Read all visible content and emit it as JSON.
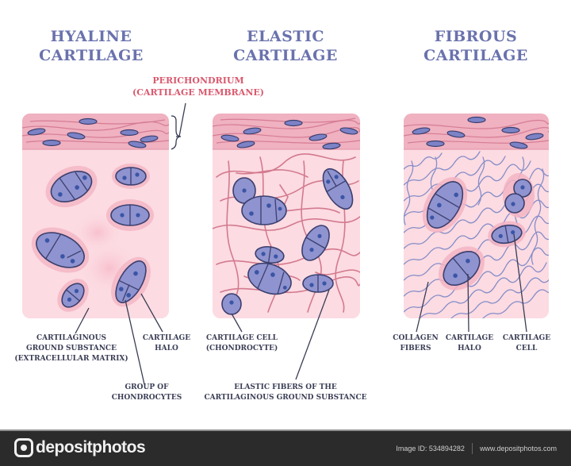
{
  "titles": {
    "hyaline": [
      "HYALINE",
      "CARTILAGE"
    ],
    "elastic": [
      "ELASTIC",
      "CARTILAGE"
    ],
    "fibrous": [
      "FIBROUS",
      "CARTILAGE"
    ]
  },
  "perichondrium": {
    "line1": "PERICHONDRIUM",
    "line2": "(CARTILAGE MEMBRANE)"
  },
  "labels": {
    "hyaline": {
      "ground_substance": [
        "CARTILAGINOUS",
        "GROUND SUBSTANCE",
        "(EXTRACELLULAR MATRIX)"
      ],
      "halo": [
        "CARTILAGE",
        "HALO"
      ],
      "group": [
        "GROUP OF",
        "CHONDROCYTES"
      ]
    },
    "elastic": {
      "cell": [
        "CARTILAGE CELL",
        "(CHONDROCYTE)"
      ],
      "fibers": [
        "ELASTIC FIBERS OF THE",
        "CARTILAGINOUS GROUND SUBSTANCE"
      ]
    },
    "fibrous": {
      "collagen": [
        "COLLAGEN",
        "FIBERS"
      ],
      "halo": [
        "CARTILAGE",
        "HALO"
      ],
      "cell": [
        "CARTILAGE",
        "CELL"
      ]
    }
  },
  "colors": {
    "title": "#6a72ad",
    "perichondrium_label": "#d9596e",
    "label_text": "#3a3d55",
    "matrix": "#fbd6de",
    "perichondrium_band": "#f0b3c0",
    "cell_fill": "#8f93cf",
    "cell_outline": "#3b3f6e",
    "elastic_fiber": "#c65a72",
    "collagen_fiber": "#7180c4",
    "footer_bg": "#2b2b2b"
  },
  "footer": {
    "brand": "depositphotos",
    "image_id": "Image ID: 534894282",
    "url": "www.depositphotos.com"
  }
}
